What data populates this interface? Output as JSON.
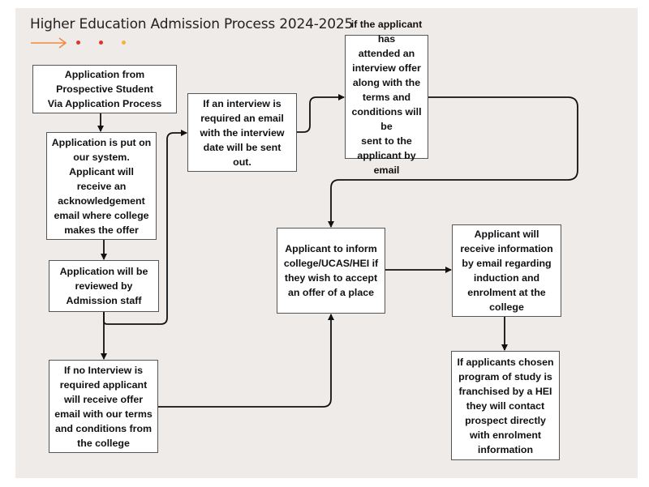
{
  "title": "Higher Education Admission Process 2024-2025",
  "colors": {
    "panel": "#efebe8",
    "accent_arrow": "#f08a3c",
    "dot_red": "#e0342a",
    "dot_yellow": "#f2b437",
    "box_border": "#555555",
    "connector": "#111111"
  },
  "nodes": {
    "n1": {
      "text": "Application from\nProspective Student\nVia Application Process"
    },
    "n2": {
      "text": "Application is put on\nour system.\nApplicant will\nreceive an\nacknowledgement\nemail where college\nmakes the offer"
    },
    "n3": {
      "text": "Application will be\nreviewed by\nAdmission staff"
    },
    "n4": {
      "text": "If no Interview is\nrequired applicant\nwill receive offer\nemail with our terms\nand conditions from\nthe college"
    },
    "n5": {
      "text": "If an interview is\nrequired an email\nwith the interview\ndate will be sent\nout."
    },
    "n6": {
      "text": "if the applicant has\nattended an\ninterview offer\nalong  with the\nterms and\nconditions will be\nsent to the\napplicant by email"
    },
    "n7": {
      "text": "Applicant to inform\ncollege/UCAS/HEI if\nthey wish to accept\nan offer of a place"
    },
    "n8": {
      "text": "Applicant will\nreceive information\nby email regarding\ninduction and\nenrolment at the\ncollege"
    },
    "n9": {
      "text": "If applicants chosen\nprogram of study is\nfranchised by a HEI\nthey will contact\nprospect directly\nwith enrolment\ninformation"
    }
  }
}
